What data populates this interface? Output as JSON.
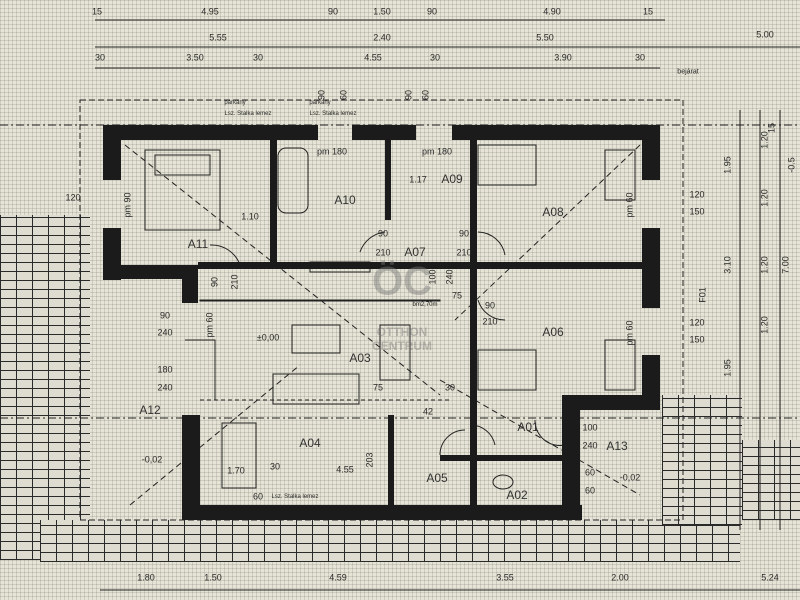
{
  "plan": {
    "rooms": {
      "a01": "A01",
      "a02": "A02",
      "a03": "A03",
      "a04": "A04",
      "a05": "A05",
      "a06": "A06",
      "a07": "A07",
      "a08": "A08",
      "a09": "A09",
      "a10": "A10",
      "a11": "A11",
      "a12": "A12",
      "a13": "A13"
    },
    "top_dims_row1": [
      "15",
      "4.95",
      "90",
      "1.50",
      "90",
      "4.90",
      "15"
    ],
    "top_dims_row2": [
      "5.55",
      "2.40",
      "5.50",
      "5.00"
    ],
    "top_dims_row3": [
      "30",
      "3.50",
      "30",
      "4.55",
      "30",
      "3.90",
      "30"
    ],
    "wall_openings": [
      "90",
      "60",
      "90",
      "60"
    ],
    "bottom_dims": [
      "1.80",
      "1.50",
      "4.59",
      "3.55",
      "2.00",
      "5.24"
    ],
    "right_dims": [
      "1.20",
      "15",
      "-0.5",
      "1.95",
      "1.20",
      "3.10",
      "7.00",
      "F01",
      "1.20",
      "1.95",
      "1.20"
    ],
    "annotations": {
      "pm180_a": "pm 180",
      "pm180_b": "pm 180",
      "d117": "1.17",
      "door_a07_w": "90",
      "door_a07_h": "210",
      "door_a08_w": "90",
      "door_a08_h": "210",
      "door_a06_w": "90",
      "door_a06_h": "210",
      "door_a11_w": "90",
      "door_a11_h": "210",
      "win_a08_1": "120",
      "win_a08_2": "150",
      "win_a06_1": "120",
      "win_a06_2": "150",
      "level": "±0,00",
      "d75a": "75",
      "d75b": "75",
      "d30a": "30",
      "d100": "100",
      "d240": "240",
      "d120": "120",
      "d110": "1.10",
      "a12_180": "180",
      "a12_240": "240",
      "a12_240b": "240",
      "a12_90": "90",
      "level_a12": "-0,02",
      "table": "1.70",
      "d30b": "30",
      "d455": "4.55",
      "d203": "203",
      "pm90": "pm 90",
      "a13_100": "100",
      "a13_240": "240",
      "a13_60a": "60",
      "a13_60b": "60",
      "a13_level": "-0,02",
      "pm60a": "pm 60",
      "pm60b": "pm 60",
      "pm60c": "pm 60",
      "d42": "42",
      "d60": "60",
      "entrance": "bejárat",
      "cornice_a": "párkány",
      "cornice_b": "párkány",
      "lintel_a": "Lsz. Stalka lemez",
      "lintel_b": "Lsz. Stalka lemez",
      "lintel_c": "Lsz. Stalka lemez",
      "wall_height": "bm2,70m"
    },
    "watermark": {
      "logo": "ÖC",
      "line1": "OTTHON",
      "line2": "CENTRUM"
    }
  }
}
